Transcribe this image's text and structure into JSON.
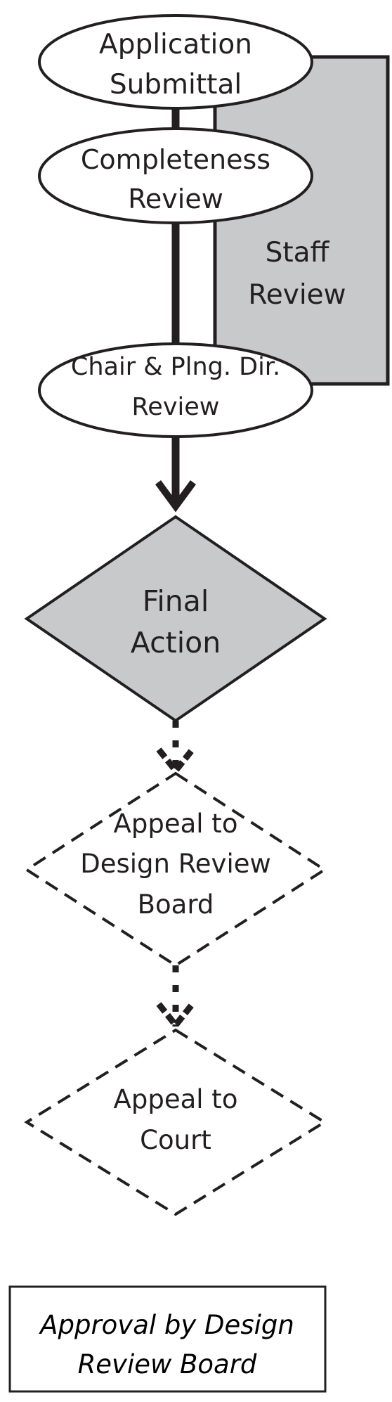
{
  "nodes": {
    "application_submittal": {
      "line1": "Application",
      "line2": "Submittal"
    },
    "completeness_review": {
      "line1": "Completeness",
      "line2": "Review"
    },
    "staff_review": {
      "line1": "Staff",
      "line2": "Review"
    },
    "chair_review": {
      "line1": "Chair & Plng. Dir.",
      "line2": "Review"
    },
    "final_action": {
      "line1": "Final",
      "line2": "Action"
    },
    "appeal_design_review_board": {
      "line1": "Appeal to",
      "line2": "Design Review",
      "line3": "Board"
    },
    "appeal_court": {
      "line1": "Appeal to",
      "line2": "Court"
    }
  },
  "caption": {
    "line1": "Approval by Design",
    "line2": "Review Board"
  },
  "colors": {
    "ink": "#231f20",
    "gray_fill": "#c8c9cb",
    "white": "#ffffff"
  }
}
